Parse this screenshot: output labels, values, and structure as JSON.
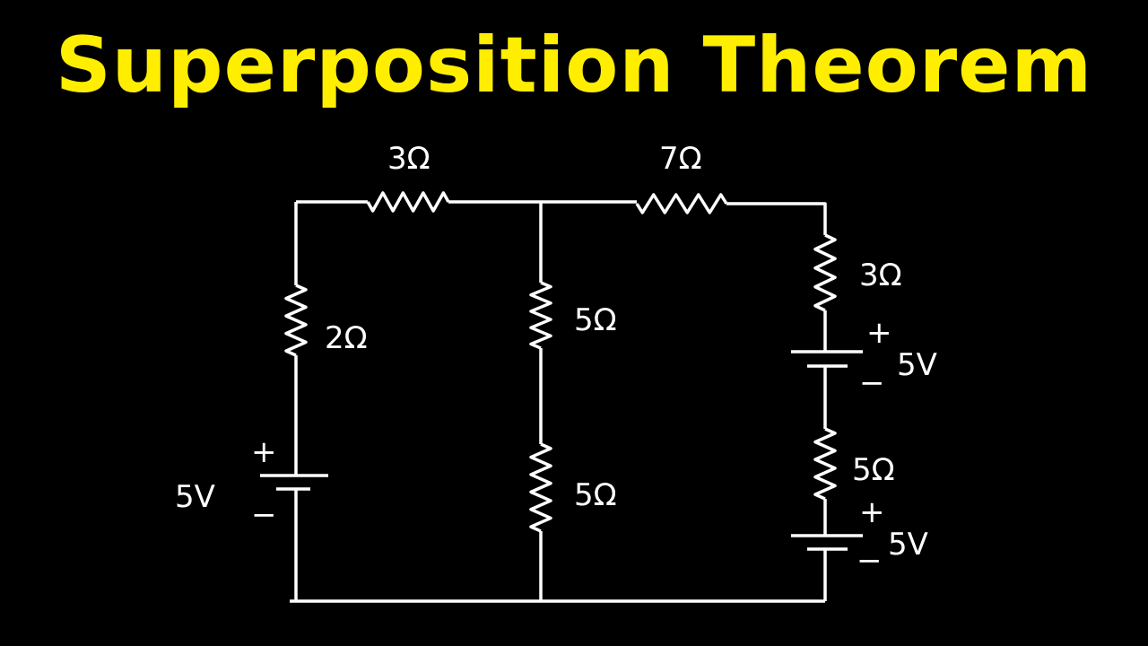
{
  "title": "Superposition Theorem",
  "colors": {
    "title": "#ffee00",
    "wires": "#ffffff",
    "background": "#000000"
  },
  "circuit": {
    "resistors": {
      "top_left": "3Ω",
      "top_right": "7Ω",
      "left": "2Ω",
      "middle_upper": "5Ω",
      "middle_lower": "5Ω",
      "right_upper": "3Ω",
      "right_lower": "5Ω"
    },
    "sources": {
      "left": {
        "value": "5V",
        "plus": "+",
        "minus": "−"
      },
      "right_upper": {
        "value": "5V",
        "plus": "+",
        "minus": "−"
      },
      "right_lower": {
        "value": "5V",
        "plus": "+",
        "minus": "−"
      }
    }
  }
}
